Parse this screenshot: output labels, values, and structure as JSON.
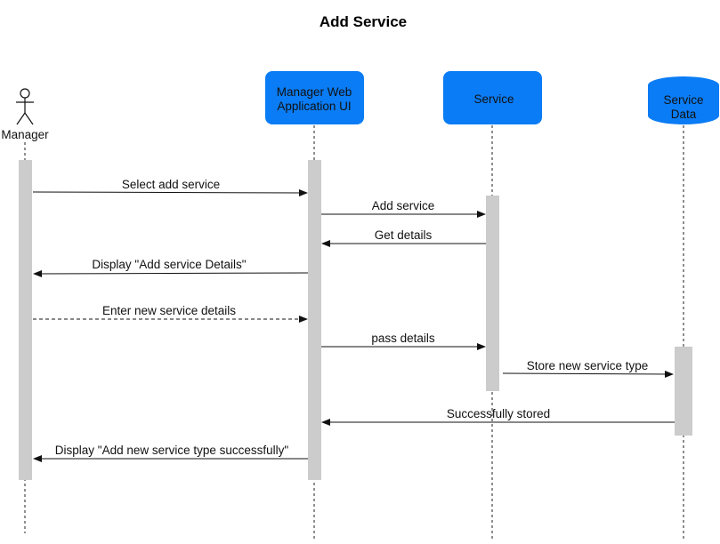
{
  "diagram": {
    "title": "Add Service",
    "colors": {
      "participant_fill": "#0A7CF5",
      "activation_fill": "#CCCCCC",
      "line": "#111111"
    },
    "participants": {
      "actor": {
        "label": "Manager",
        "icon": "stick-figure-icon"
      },
      "ui": {
        "label_line1": "Manager Web",
        "label_line2": "Application UI"
      },
      "service": {
        "label": "Service"
      },
      "data": {
        "label_line1": "Service",
        "label_line2": "Data",
        "shape": "database-cylinder"
      }
    },
    "messages": [
      {
        "label": "Select add service",
        "from": "Manager",
        "to": "Manager Web Application UI",
        "style": "solid"
      },
      {
        "label": "Add service",
        "from": "Manager Web Application UI",
        "to": "Service",
        "style": "solid"
      },
      {
        "label": "Get details",
        "from": "Service",
        "to": "Manager Web Application UI",
        "style": "solid"
      },
      {
        "label": "Display \"Add service Details\"",
        "from": "Manager Web Application UI",
        "to": "Manager",
        "style": "solid"
      },
      {
        "label": "Enter new service details",
        "from": "Manager",
        "to": "Manager Web Application UI",
        "style": "dashed"
      },
      {
        "label": "pass details",
        "from": "Manager Web Application UI",
        "to": "Service",
        "style": "solid"
      },
      {
        "label": "Store new service type",
        "from": "Service",
        "to": "Service Data",
        "style": "solid"
      },
      {
        "label": "Successfully stored",
        "from": "Service Data",
        "to": "Manager Web Application UI",
        "style": "solid"
      },
      {
        "label": "Display \"Add new service type successfully\"",
        "from": "Manager Web Application UI",
        "to": "Manager",
        "style": "solid"
      }
    ]
  }
}
